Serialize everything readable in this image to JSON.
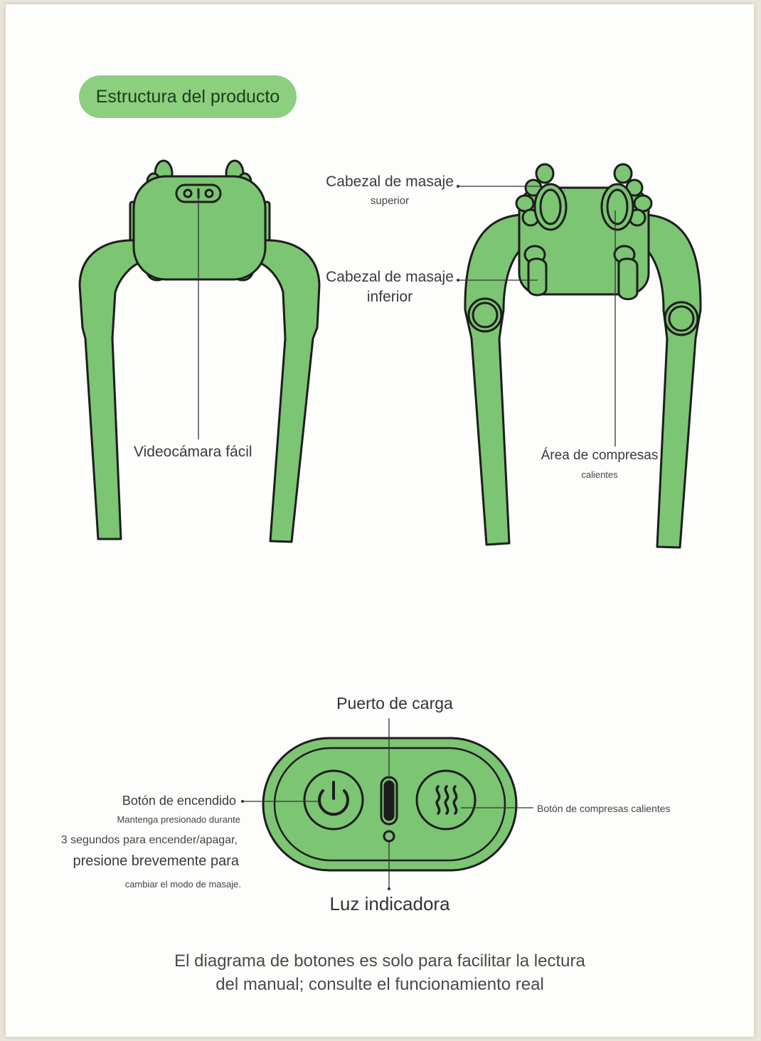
{
  "title": "Estructura del producto",
  "labels": {
    "camera": "Videocámara fácil",
    "upper_head": "Cabezal de masaje",
    "upper_head_sub": "superior",
    "lower_head": "Cabezal de masaje",
    "lower_head_sub": "inferior",
    "hot_area": "Área de compresas",
    "hot_area_sub": "calientes",
    "charging_port": "Puerto de carga",
    "power_button": "Botón de encendido",
    "power_desc_1": "Mantenga presionado durante",
    "power_desc_2": "3 segundos para encender/apagar,",
    "power_desc_3": "presione brevemente para",
    "power_desc_4": "cambiar el modo de masaje.",
    "heat_button": "Botón de compresas calientes",
    "indicator_light": "Luz indicadora"
  },
  "footer_note": {
    "line1": "El diagrama de botones es solo para facilitar la lectura",
    "line2": "del manual; consulte el funcionamiento real"
  },
  "colors": {
    "device_green": "#7cc573",
    "pill_green": "#8ccf7f",
    "outline": "#1d1d1d"
  }
}
